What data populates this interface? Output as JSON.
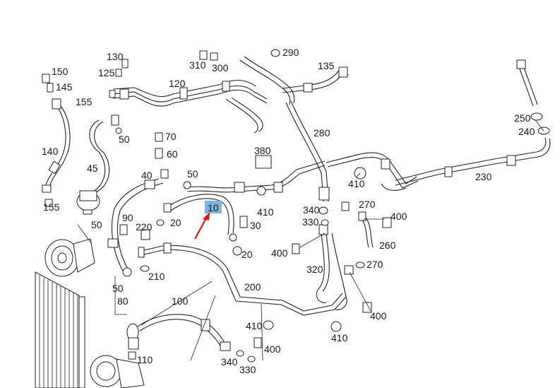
{
  "labels": {
    "l10": "10",
    "l20a": "20",
    "l20b": "20",
    "l30": "30",
    "l40": "40",
    "l45": "45",
    "l50a": "50",
    "l50b": "50",
    "l50c": "50",
    "l50d": "50",
    "l60": "60",
    "l70": "70",
    "l80": "80",
    "l90": "90",
    "l100": "100",
    "l110": "110",
    "l120": "120",
    "l125": "125",
    "l130": "130",
    "l135": "135",
    "l140": "140",
    "l145": "145",
    "l150": "150",
    "l155a": "155",
    "l155b": "155",
    "l200": "200",
    "l210": "210",
    "l220": "220",
    "l230": "230",
    "l240": "240",
    "l250": "250",
    "l260": "260",
    "l270a": "270",
    "l270b": "270",
    "l280": "280",
    "l290": "290",
    "l300": "300",
    "l310": "310",
    "l320": "320",
    "l330a": "330",
    "l330b": "330",
    "l340a": "340",
    "l340b": "340",
    "l380": "380",
    "l400a": "400",
    "l400b": "400",
    "l400c": "400",
    "l400d": "400",
    "l410a": "410",
    "l410b": "410",
    "l410c": "410",
    "l410d": "410"
  },
  "highlight": {
    "part": "10",
    "color": "#7db5de",
    "arrow_color": "#e01515"
  }
}
